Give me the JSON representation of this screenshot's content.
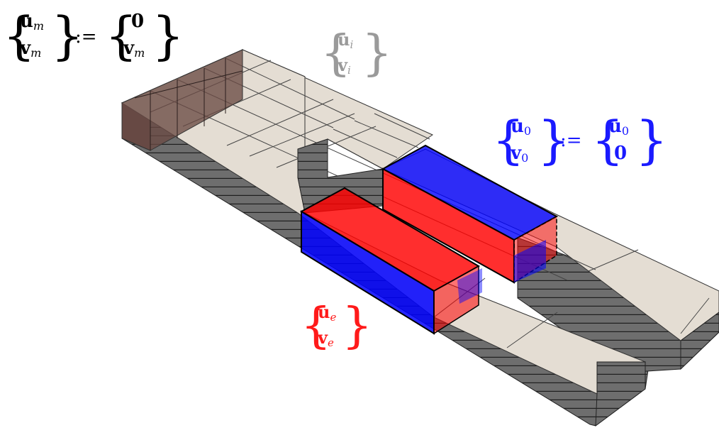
{
  "labels": {
    "master": {
      "lhs_top": "u",
      "lhs_top_sub": "m",
      "lhs_bot": "v",
      "lhs_bot_sub": "m",
      "assign": ":=",
      "rhs_top": "0",
      "rhs_bot": "v",
      "rhs_bot_sub": "m"
    },
    "interior": {
      "top": "u",
      "top_sub": "i",
      "bot": "v",
      "bot_sub": "i"
    },
    "zero_face": {
      "lhs_top": "u",
      "lhs_top_sub": "0",
      "lhs_bot": "v",
      "lhs_bot_sub": "0",
      "assign": ":=",
      "rhs_top": "u",
      "rhs_top_sub": "0",
      "rhs_bot": "0"
    },
    "electrode": {
      "top": "u",
      "top_sub": "e",
      "bot": "v",
      "bot_sub": "e"
    }
  },
  "colors": {
    "black": "#000000",
    "interior_gray": "#9a9a9a",
    "blue": "#1a1aff",
    "red": "#ff1a1a",
    "mesh_top": "#e4ddd3",
    "mesh_side": "#6e6e6e",
    "mesh_side_dark": "#555555",
    "master_region": "#6a4a44",
    "electrode_red": "#ff0000",
    "electrode_blue": "#0000ff"
  }
}
